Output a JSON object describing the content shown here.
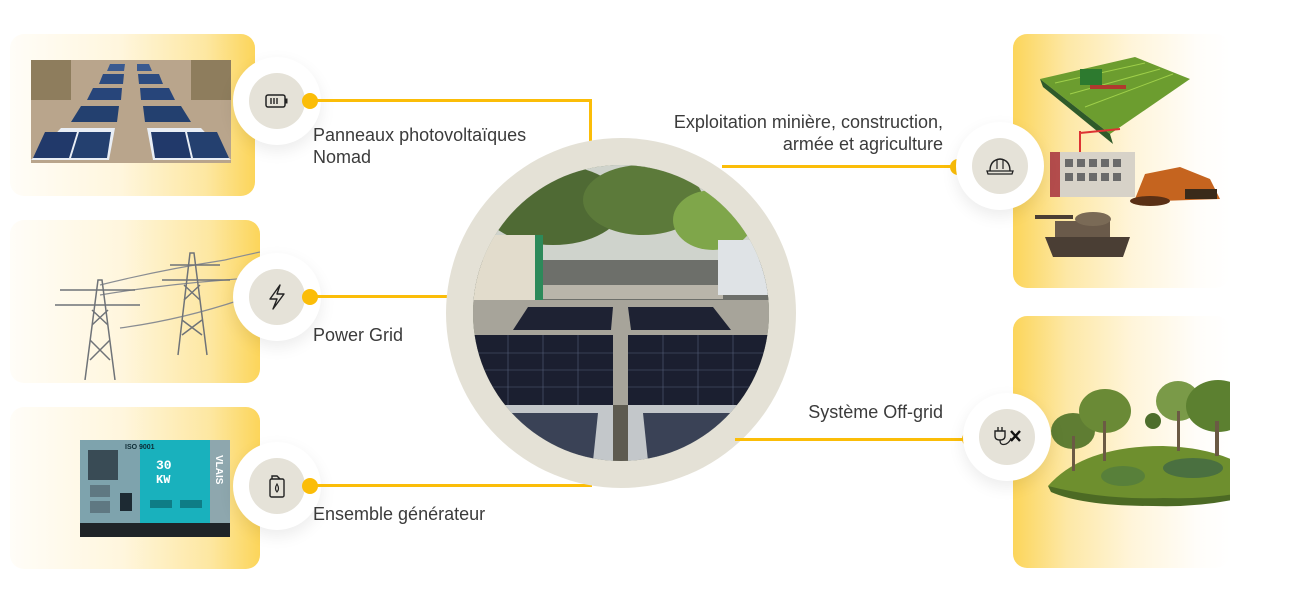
{
  "colors": {
    "accent_line": "#fbbd08",
    "icon_bg": "#e5e2d8",
    "center_ring": "#e4e1d6",
    "card_yellow": "#fcd55a",
    "text": "#3b3b3b"
  },
  "center": {
    "image": "mobile-solar-container-photo"
  },
  "sources": [
    {
      "id": "solar",
      "label_line1": "Panneaux photovoltaïques",
      "label_line2": "Nomad",
      "icon": "battery-icon",
      "image": "solar-panels-field-photo"
    },
    {
      "id": "grid",
      "label_line1": "Power Grid",
      "icon": "lightning-bolt-icon",
      "image": "power-transmission-towers"
    },
    {
      "id": "generator",
      "label_line1": "Ensemble générateur",
      "icon": "fuel-canister-icon",
      "image": "diesel-generator",
      "image_text": {
        "cert": "ISO 9001",
        "power": "30",
        "unit": "KW",
        "brand": "VLAIS"
      }
    }
  ],
  "applications": [
    {
      "id": "industries",
      "label_line1": "Exploitation minière, construction,",
      "label_line2": "armée et agriculture",
      "icon": "hard-hat-icon",
      "image": "tractor-building-excavator-tank"
    },
    {
      "id": "offgrid",
      "label_line1": "Système Off-grid",
      "icon": "unplugged-icon",
      "image": "green-island-trees"
    }
  ]
}
